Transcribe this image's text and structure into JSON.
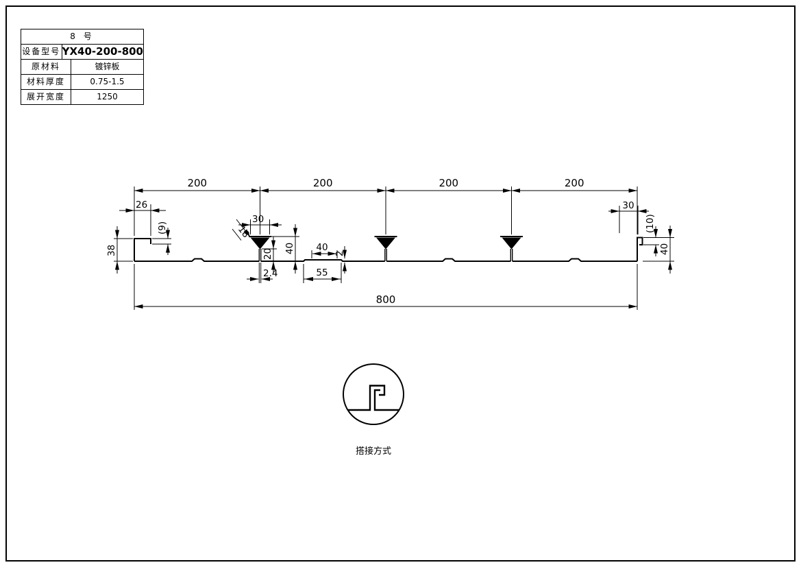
{
  "title_block": {
    "header": "8 号",
    "rows": [
      {
        "label": "设备型号",
        "value": "YX40-200-800"
      },
      {
        "label": "原材料",
        "value": "镀锌板"
      },
      {
        "label": "材料厚度",
        "value": "0.75-1.5"
      },
      {
        "label": "展开宽度",
        "value": "1250"
      }
    ]
  },
  "dimensions": {
    "top_pitches": [
      "200",
      "200",
      "200",
      "200"
    ],
    "overall_width": "800",
    "left_end": {
      "hook_width": "26",
      "hook_drop": "(9)",
      "edge_height": "38"
    },
    "rib": {
      "top_width": "30",
      "flank_length": "18",
      "stem_height": "20",
      "height": "40",
      "step_top_width": "40",
      "step_height": "2",
      "stem_gap": "2.4",
      "step_bottom_width": "55"
    },
    "right_end": {
      "hook_width": "30",
      "hook_drop": "(10)",
      "edge_height": "40"
    }
  },
  "detail": {
    "caption": "搭接方式"
  }
}
